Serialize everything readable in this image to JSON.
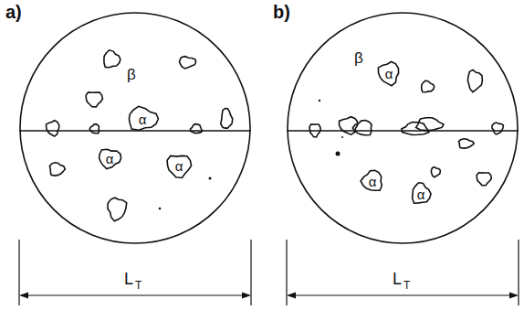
{
  "diagram": {
    "nodes": [
      {
        "text": [
          "β"
        ]
      },
      {
        "text": [
          "α"
        ],
        "in": 0
      },
      {
        "text": [
          "α"
        ],
        "in": 0
      },
      {
        "text": [
          "α"
        ],
        "in": 0
      },
      {
        "text": [
          "β"
        ]
      },
      {
        "text": [
          "α"
        ],
        "in": 4
      },
      {
        "text": [
          "α"
        ],
        "in": 4
      },
      {
        "text": [
          "α"
        ],
        "in": 4
      }
    ],
    "labels": [
      "a)",
      "b)",
      "L",
      "T",
      "L",
      "T"
    ]
  }
}
